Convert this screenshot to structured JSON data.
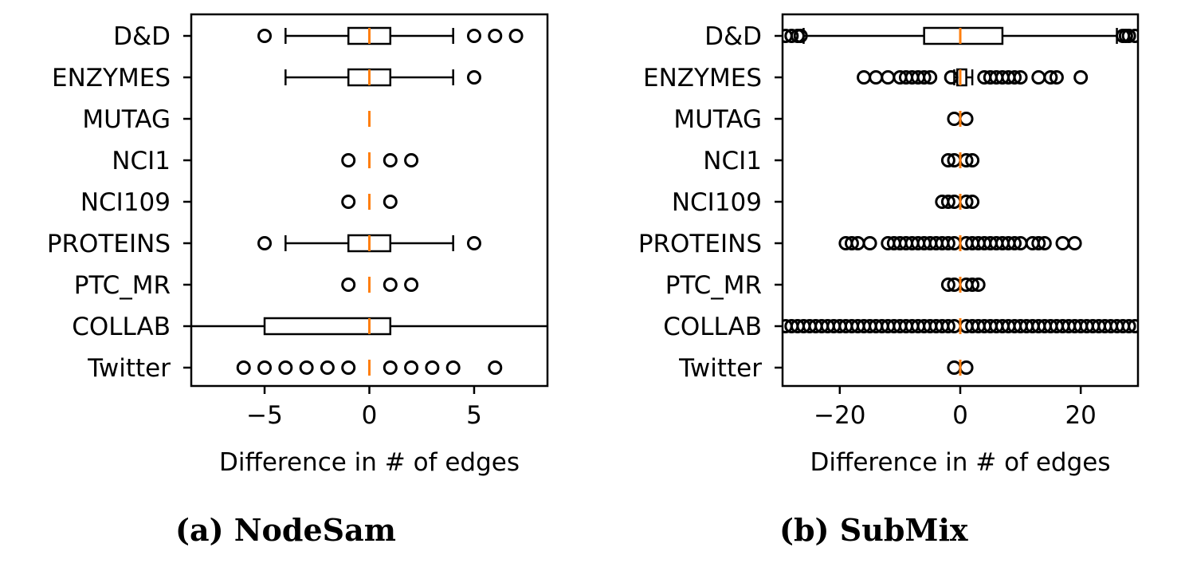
{
  "chart_data": [
    {
      "type": "boxplot",
      "orientation": "horizontal",
      "caption": "(a) NodeSam",
      "xlabel": "Difference in # of edges",
      "ylabel": "",
      "xlim": [
        -8.5,
        8.5
      ],
      "xticks": [
        -5,
        0,
        5
      ],
      "xtick_labels": [
        "−5",
        "0",
        "5"
      ],
      "categories": [
        "D&D",
        "ENZYMES",
        "MUTAG",
        "NCI1",
        "NCI109",
        "PROTEINS",
        "PTC_MR",
        "COLLAB",
        "Twitter"
      ],
      "boxes": [
        {
          "category": "D&D",
          "whisker_low": -4,
          "q1": -1,
          "median": 0,
          "q3": 1,
          "whisker_high": 4,
          "fliers": [
            -5,
            5,
            6,
            7
          ]
        },
        {
          "category": "ENZYMES",
          "whisker_low": -4,
          "q1": -1,
          "median": 0,
          "q3": 1,
          "whisker_high": 4,
          "fliers": [
            5
          ]
        },
        {
          "category": "MUTAG",
          "whisker_low": 0,
          "q1": 0,
          "median": 0,
          "q3": 0,
          "whisker_high": 0,
          "fliers": []
        },
        {
          "category": "NCI1",
          "whisker_low": 0,
          "q1": 0,
          "median": 0,
          "q3": 0,
          "whisker_high": 0,
          "fliers": [
            -1,
            1,
            2
          ]
        },
        {
          "category": "NCI109",
          "whisker_low": 0,
          "q1": 0,
          "median": 0,
          "q3": 0,
          "whisker_high": 0,
          "fliers": [
            -1,
            1
          ]
        },
        {
          "category": "PROTEINS",
          "whisker_low": -4,
          "q1": -1,
          "median": 0,
          "q3": 1,
          "whisker_high": 4,
          "fliers": [
            -5,
            5
          ]
        },
        {
          "category": "PTC_MR",
          "whisker_low": 0,
          "q1": 0,
          "median": 0,
          "q3": 0,
          "whisker_high": 0,
          "fliers": [
            -1,
            1,
            2
          ]
        },
        {
          "category": "COLLAB",
          "whisker_low": -9,
          "q1": -5,
          "median": 0,
          "q3": 1,
          "whisker_high": 9,
          "fliers": []
        },
        {
          "category": "Twitter",
          "whisker_low": 0,
          "q1": 0,
          "median": 0,
          "q3": 0,
          "whisker_high": 0,
          "fliers": [
            -6,
            -5,
            -4,
            -3,
            -2,
            -1,
            1,
            2,
            3,
            4,
            6
          ]
        }
      ],
      "colors": {
        "median": "#ff7f0e",
        "box": "#000000"
      }
    },
    {
      "type": "boxplot",
      "orientation": "horizontal",
      "caption": "(b) SubMix",
      "xlabel": "Difference in # of edges",
      "ylabel": "",
      "xlim": [
        -29.5,
        29.5
      ],
      "xticks": [
        -20,
        0,
        20
      ],
      "xtick_labels": [
        "−20",
        "0",
        "20"
      ],
      "categories": [
        "D&D",
        "ENZYMES",
        "MUTAG",
        "NCI1",
        "NCI109",
        "PROTEINS",
        "PTC_MR",
        "COLLAB",
        "Twitter"
      ],
      "boxes": [
        {
          "category": "D&D",
          "whisker_low": -26,
          "q1": -6,
          "median": 0,
          "q3": 7,
          "whisker_high": 26,
          "fliers": [
            -29,
            -28,
            -27,
            -26.5,
            27,
            27.5,
            28,
            29
          ]
        },
        {
          "category": "ENZYMES",
          "whisker_low": -1,
          "q1": -0.5,
          "median": 0,
          "q3": 1,
          "whisker_high": 2,
          "fliers": [
            -16,
            -14,
            -12,
            -10,
            -9,
            -8,
            -7,
            -6,
            -5,
            -1.5,
            4,
            5,
            6,
            7,
            8,
            9,
            10,
            13,
            15,
            16,
            20
          ]
        },
        {
          "category": "MUTAG",
          "whisker_low": 0,
          "q1": 0,
          "median": 0,
          "q3": 0,
          "whisker_high": 0,
          "fliers": [
            -1,
            1
          ]
        },
        {
          "category": "NCI1",
          "whisker_low": 0,
          "q1": 0,
          "median": 0,
          "q3": 0,
          "whisker_high": 0,
          "fliers": [
            -2,
            -1,
            1,
            2
          ]
        },
        {
          "category": "NCI109",
          "whisker_low": 0,
          "q1": 0,
          "median": 0,
          "q3": 0,
          "whisker_high": 0,
          "fliers": [
            -3,
            -2,
            -1,
            1,
            2
          ]
        },
        {
          "category": "PROTEINS",
          "whisker_low": 0,
          "q1": 0,
          "median": 0,
          "q3": 0,
          "whisker_high": 0,
          "fliers": [
            -19,
            -18,
            -17,
            -15,
            -12,
            -11,
            -10,
            -9,
            -8,
            -7,
            -6,
            -5,
            -4,
            -3,
            -2,
            -1,
            1,
            2,
            3,
            4,
            5,
            6,
            7,
            8,
            9,
            10,
            12,
            13,
            14,
            17,
            19
          ]
        },
        {
          "category": "PTC_MR",
          "whisker_low": 0,
          "q1": 0,
          "median": 0,
          "q3": 0,
          "whisker_high": 0,
          "fliers": [
            -2,
            -1,
            1,
            2,
            3
          ]
        },
        {
          "category": "COLLAB",
          "whisker_low": 0,
          "q1": 0,
          "median": 0,
          "q3": 0,
          "whisker_high": 0,
          "fliers": [
            -29,
            -28,
            -27,
            -26,
            -25,
            -24,
            -23,
            -22,
            -21,
            -20,
            -19,
            -18,
            -17,
            -16,
            -15,
            -14,
            -13,
            -12,
            -11,
            -10,
            -9,
            -8,
            -7,
            -6,
            -5,
            -4,
            -3,
            -2,
            -1,
            1,
            2,
            3,
            4,
            5,
            6,
            7,
            8,
            9,
            10,
            11,
            12,
            13,
            14,
            15,
            16,
            17,
            18,
            19,
            20,
            21,
            22,
            23,
            24,
            25,
            26,
            27,
            28,
            29
          ]
        },
        {
          "category": "Twitter",
          "whisker_low": 0,
          "q1": 0,
          "median": 0,
          "q3": 0,
          "whisker_high": 0,
          "fliers": [
            -1,
            1
          ]
        }
      ],
      "colors": {
        "median": "#ff7f0e",
        "box": "#000000"
      }
    }
  ]
}
